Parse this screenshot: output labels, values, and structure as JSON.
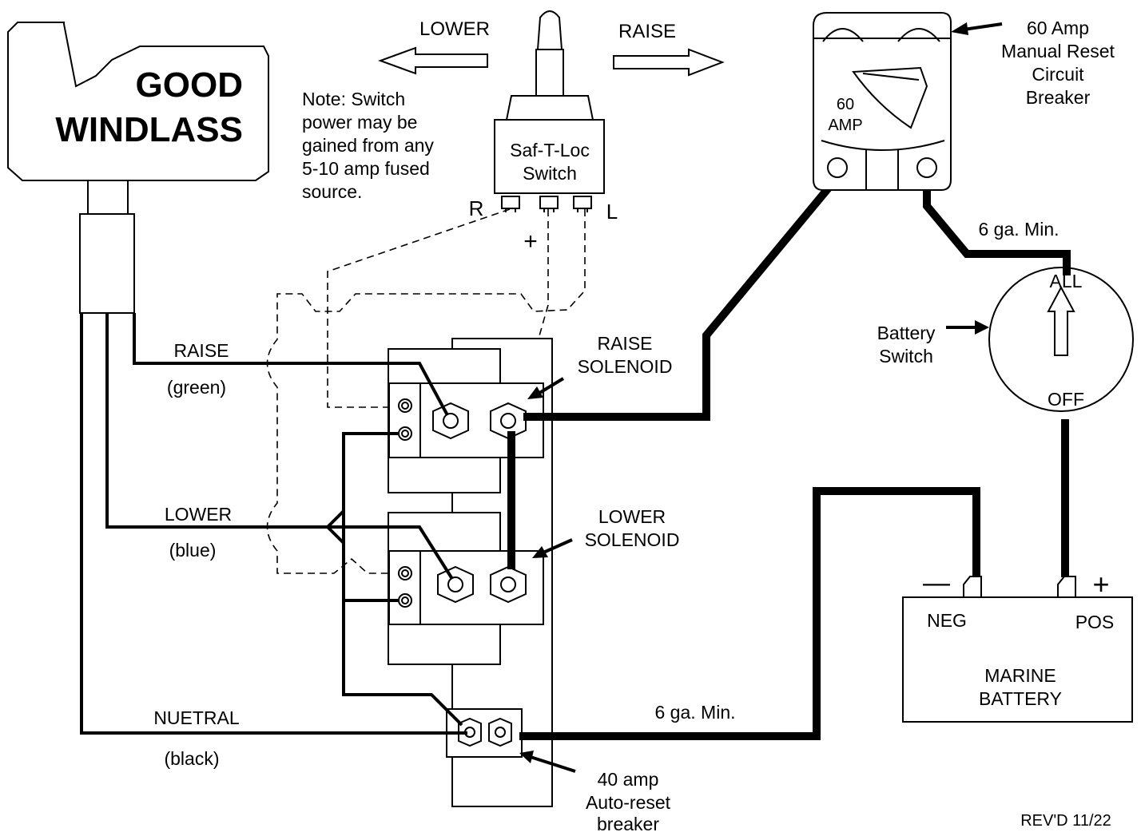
{
  "windlass": {
    "line1": "GOOD",
    "line2": "WINDLASS"
  },
  "switch": {
    "lower": "LOWER",
    "raise": "RAISE",
    "name_line1": "Saf-T-Loc",
    "name_line2": "Switch",
    "term_r": "R",
    "term_l": "L",
    "term_plus": "+"
  },
  "note": [
    "Note: Switch",
    "power may be",
    "gained from any",
    "5-10 amp fused",
    "source."
  ],
  "breaker60": {
    "face_line1": "60",
    "face_line2": "AMP",
    "label": [
      "60 Amp",
      "Manual Reset",
      "Circuit",
      "Breaker"
    ]
  },
  "wire_gauge_top": "6 ga. Min.",
  "wire_gauge_bottom": "6 ga. Min.",
  "battery_switch": {
    "all": "ALL",
    "off": "OFF",
    "label": [
      "Battery",
      "Switch"
    ]
  },
  "solenoids": {
    "raise": [
      "RAISE",
      "SOLENOID"
    ],
    "lower": [
      "LOWER",
      "SOLENOID"
    ]
  },
  "wires": {
    "raise": "RAISE",
    "raise_color": "(green)",
    "lower": "LOWER",
    "lower_color": "(blue)",
    "neutral": "NUETRAL",
    "neutral_color": "(black)"
  },
  "battery": {
    "neg_sign": "—",
    "pos_sign": "+",
    "neg": "NEG",
    "pos": "POS",
    "name": [
      "MARINE",
      "BATTERY"
    ]
  },
  "breaker40": [
    "40 amp",
    "Auto-reset",
    "breaker"
  ],
  "revision": "REV'D 11/22"
}
